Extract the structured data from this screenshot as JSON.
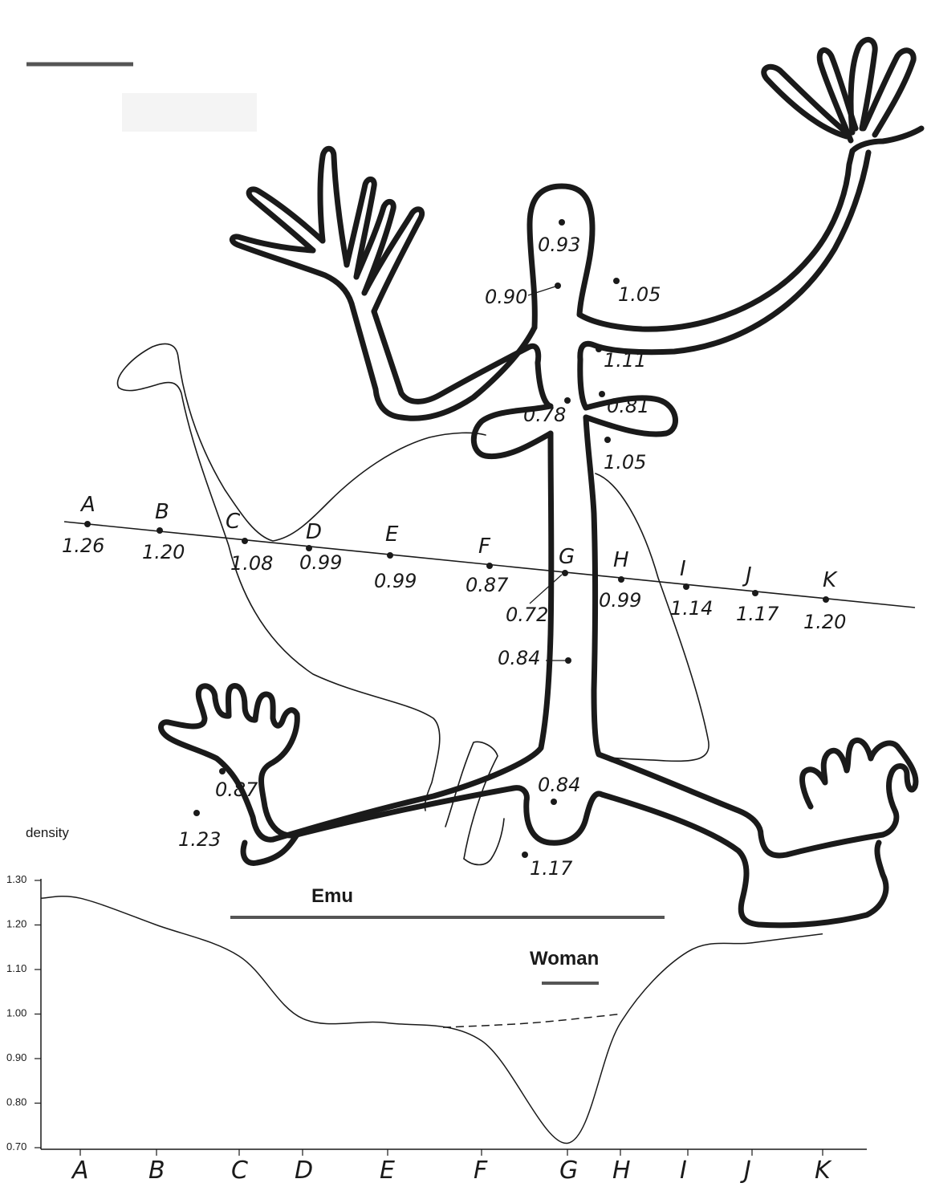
{
  "figure": {
    "body_labels": [
      {
        "id": "head",
        "text": "0.93"
      },
      {
        "id": "neck_left",
        "text": "0.90"
      },
      {
        "id": "neck_right",
        "text": "1.05"
      },
      {
        "id": "under_right_arm",
        "text": "1.11"
      },
      {
        "id": "left_breast",
        "text": "0.78"
      },
      {
        "id": "right_breast",
        "text": "0.81"
      },
      {
        "id": "right_torso",
        "text": "1.05"
      },
      {
        "id": "torso_mid",
        "text": "0.84"
      },
      {
        "id": "crotch",
        "text": "0.84"
      },
      {
        "id": "below_crotch",
        "text": "1.17"
      },
      {
        "id": "left_foot",
        "text": "0.87"
      },
      {
        "id": "left_outside",
        "text": "1.23"
      }
    ],
    "transect": [
      {
        "letter": "A",
        "value": "1.26"
      },
      {
        "letter": "B",
        "value": "1.20"
      },
      {
        "letter": "C",
        "value": "1.08"
      },
      {
        "letter": "D",
        "value": "0.99"
      },
      {
        "letter": "E",
        "value": "0.99"
      },
      {
        "letter": "F",
        "value": "0.87"
      },
      {
        "letter": "G",
        "value": "0.72"
      },
      {
        "letter": "H",
        "value": "0.99"
      },
      {
        "letter": "I",
        "value": "1.14"
      },
      {
        "letter": "J",
        "value": "1.17"
      },
      {
        "letter": "K",
        "value": "1.20"
      }
    ]
  },
  "chart_data": {
    "type": "line",
    "ylabel": "density",
    "yticks": [
      "1.30",
      "1.20",
      "1.10",
      "1.00",
      "0.90",
      "0.80",
      "0.70"
    ],
    "categories": [
      "A",
      "B",
      "C",
      "D",
      "E",
      "F",
      "G",
      "H",
      "I",
      "J",
      "K"
    ],
    "ylim": [
      0.7,
      1.3
    ],
    "series": [
      {
        "values": [
          1.26,
          1.2,
          1.13,
          0.99,
          0.98,
          0.94,
          0.71,
          0.98,
          1.14,
          1.16,
          1.18
        ]
      }
    ],
    "dashed_segment": {
      "from": "F",
      "to": "H",
      "values": [
        0.97,
        0.98,
        1.0
      ]
    },
    "ranges": [
      {
        "label": "Emu",
        "from": "C",
        "to": "I"
      },
      {
        "label": "Woman",
        "from": "G",
        "to": "H"
      }
    ]
  }
}
